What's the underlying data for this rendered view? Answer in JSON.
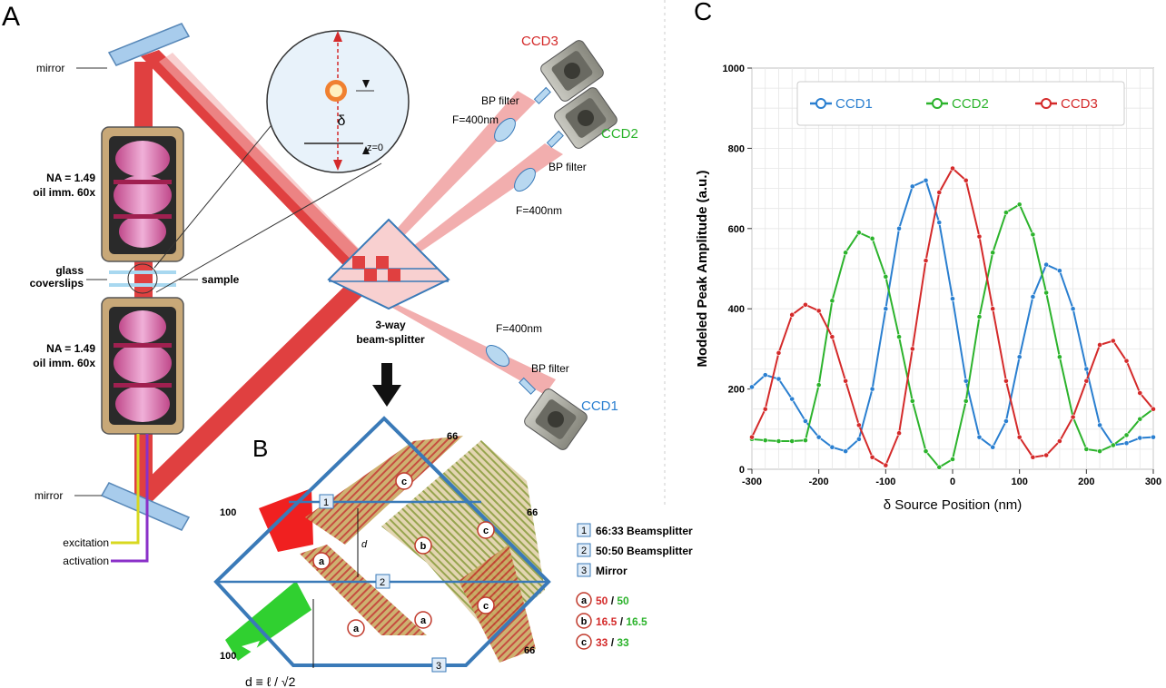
{
  "panels": {
    "a": "A",
    "b": "B",
    "c": "C"
  },
  "panel_a": {
    "mirror_top": "mirror",
    "mirror_bottom": "mirror",
    "objective_top": [
      "NA = 1.49",
      "oil imm. 60x"
    ],
    "objective_bottom": [
      "NA = 1.49",
      "oil imm. 60x"
    ],
    "coverslips": [
      "glass",
      "coverslips"
    ],
    "sample": "sample",
    "inset_delta": "δ",
    "inset_z": "z=0",
    "beamsplitter": [
      "3-way",
      "beam-splitter"
    ],
    "ccd1": "CCD1",
    "ccd2": "CCD2",
    "ccd3": "CCD3",
    "bp_filter": "BP filter",
    "lens": "F=400nm",
    "excitation": "excitation",
    "activation": "activation",
    "colors": {
      "ccd1": "#2a7fd0",
      "ccd2": "#2cb32c",
      "ccd3": "#d42a2a",
      "beam": "#e23b3b",
      "excitation": "#d8d820",
      "activation": "#8a30c8"
    }
  },
  "panel_b": {
    "in_top": "100",
    "in_bottom": "100",
    "out_labels": [
      "66",
      "66",
      "66"
    ],
    "splitter_numbers": [
      "1",
      "2",
      "3"
    ],
    "region_labels": {
      "a": "a",
      "b": "b",
      "c": "c"
    },
    "d_label": "d",
    "bottom_formula": "d ≡ ℓ / √2",
    "legend_numbered": [
      {
        "num": "1",
        "text": "66:33 Beamsplitter"
      },
      {
        "num": "2",
        "text": "50:50 Beamsplitter"
      },
      {
        "num": "3",
        "text": "Mirror"
      }
    ],
    "legend_circled": [
      {
        "letter": "a",
        "red": "50",
        "sep": " / ",
        "green": "50"
      },
      {
        "letter": "b",
        "red": "16.5",
        "sep": " / ",
        "green": "16.5"
      },
      {
        "letter": "c",
        "red": "33",
        "sep": " / ",
        "green": "33"
      }
    ]
  },
  "chart_data": {
    "type": "line",
    "title": "",
    "xlabel": "δ Source Position (nm)",
    "ylabel": "Modeled  Peak  Amplitude (a.u.)",
    "xlim": [
      -300,
      300
    ],
    "ylim": [
      0,
      1000
    ],
    "xticks": [
      -300,
      -200,
      -100,
      0,
      100,
      200,
      300
    ],
    "yticks": [
      0,
      200,
      400,
      600,
      800,
      1000
    ],
    "grid": true,
    "legend_position": "top",
    "series": [
      {
        "name": "CCD1",
        "color": "#2a7fd0",
        "x": [
          -300,
          -280,
          -260,
          -240,
          -220,
          -200,
          -180,
          -160,
          -140,
          -120,
          -100,
          -80,
          -60,
          -40,
          -20,
          0,
          20,
          40,
          60,
          80,
          100,
          120,
          140,
          160,
          180,
          200,
          220,
          240,
          260,
          280,
          300
        ],
        "y": [
          205,
          235,
          225,
          175,
          120,
          80,
          55,
          45,
          75,
          200,
          400,
          600,
          705,
          720,
          615,
          425,
          220,
          80,
          55,
          120,
          280,
          430,
          510,
          495,
          400,
          250,
          110,
          60,
          65,
          78,
          80
        ]
      },
      {
        "name": "CCD2",
        "color": "#2cb32c",
        "x": [
          -300,
          -280,
          -260,
          -240,
          -220,
          -200,
          -180,
          -160,
          -140,
          -120,
          -100,
          -80,
          -60,
          -40,
          -20,
          0,
          20,
          40,
          60,
          80,
          100,
          120,
          140,
          160,
          180,
          200,
          220,
          240,
          260,
          280,
          300
        ],
        "y": [
          75,
          72,
          70,
          70,
          72,
          210,
          420,
          540,
          590,
          575,
          480,
          330,
          170,
          45,
          5,
          25,
          170,
          380,
          540,
          640,
          660,
          585,
          440,
          280,
          130,
          50,
          45,
          60,
          85,
          125,
          150
        ]
      },
      {
        "name": "CCD3",
        "color": "#d42a2a",
        "x": [
          -300,
          -280,
          -260,
          -240,
          -220,
          -200,
          -180,
          -160,
          -140,
          -120,
          -100,
          -80,
          -60,
          -40,
          -20,
          0,
          20,
          40,
          60,
          80,
          100,
          120,
          140,
          160,
          180,
          200,
          220,
          240,
          260,
          280,
          300
        ],
        "y": [
          80,
          150,
          290,
          385,
          410,
          395,
          330,
          220,
          110,
          30,
          10,
          90,
          300,
          520,
          690,
          750,
          720,
          580,
          400,
          220,
          80,
          30,
          35,
          70,
          130,
          220,
          310,
          320,
          270,
          190,
          150
        ]
      }
    ]
  }
}
